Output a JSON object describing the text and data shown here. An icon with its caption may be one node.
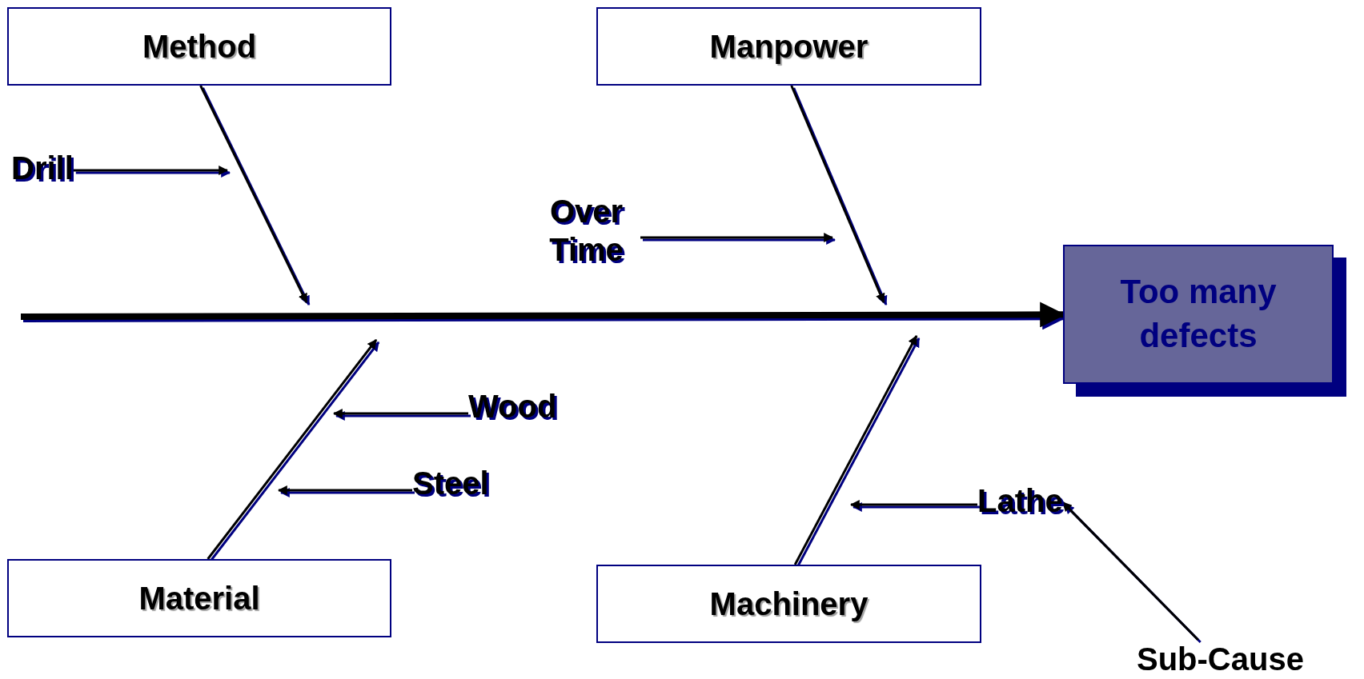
{
  "diagram": {
    "nodes": [
      {
        "text": [
          "Method"
        ]
      },
      {
        "text": [
          "Manpower"
        ]
      },
      {
        "text": [
          "Too many defects"
        ]
      },
      {
        "text": [
          "Material"
        ]
      },
      {
        "text": [
          "Machinery"
        ]
      },
      {
        "text": [
          "Drill"
        ]
      },
      {
        "text": [
          "Over Time"
        ]
      },
      {
        "text": [
          "Wood"
        ]
      },
      {
        "text": [
          "Steel"
        ]
      },
      {
        "text": [
          "Lathe"
        ]
      },
      {
        "text": [
          "Sub-Cause"
        ]
      }
    ],
    "edges": [
      {
        "from": null,
        "to": 2,
        "arrow": "to",
        "style": "thick"
      },
      {
        "from": 0,
        "to": null,
        "arrow": "to"
      },
      {
        "from": 1,
        "to": null,
        "arrow": "to"
      },
      {
        "from": 3,
        "to": null,
        "arrow": "to"
      },
      {
        "from": 4,
        "to": null,
        "arrow": "to"
      },
      {
        "from": 5,
        "to": null,
        "arrow": "to"
      },
      {
        "from": 6,
        "to": null,
        "arrow": "to"
      },
      {
        "from": 7,
        "to": null,
        "arrow": "to"
      },
      {
        "from": 8,
        "to": null,
        "arrow": "to"
      },
      {
        "from": 9,
        "to": null,
        "arrow": "to"
      },
      {
        "from": 10,
        "to": 9,
        "arrow": "to"
      }
    ]
  }
}
